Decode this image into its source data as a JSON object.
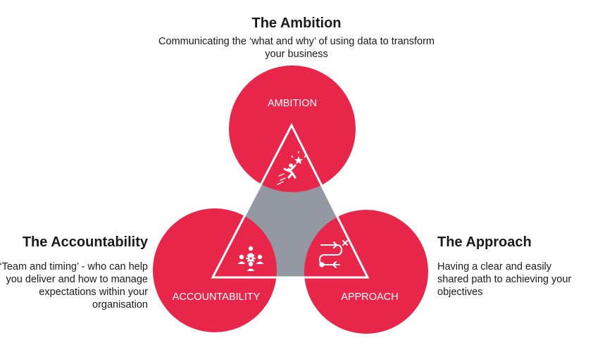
{
  "ambition": {
    "heading": "The Ambition",
    "description": "Communicating the ‘what and why’ of using data to transform your business",
    "circle_label": "AMBITION",
    "icon": "achiever-star-icon"
  },
  "accountability": {
    "heading": "The Accountability",
    "description": "‘Team and timing’ - who can help you deliver and how to manage expectations within your organisation",
    "circle_label": "ACCOUNTABILITY",
    "icon": "team-gear-icon"
  },
  "approach": {
    "heading": "The Approach",
    "description": "Having a clear and easily shared path to achieving your objectives",
    "circle_label": "APPROACH",
    "icon": "path-arrows-icon"
  },
  "colors": {
    "circle": "#e8264a",
    "overlap": "#9498a3",
    "triangle_stroke": "#ffffff",
    "text": "#1a1a1a"
  }
}
